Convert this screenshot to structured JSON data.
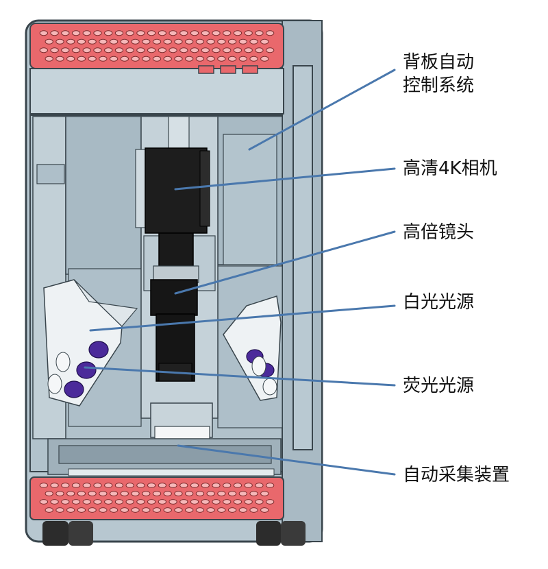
{
  "colors": {
    "panel": "#aebfc9",
    "panel_dark": "#8ea3ae",
    "vent": "#e9686c",
    "frame": "#c5d2d9",
    "camera": "#1c1c1c",
    "leader": "#4a78ad",
    "light_body": "#e9eef1",
    "led_purple": "#4b2a9a"
  },
  "labels": {
    "backplane_line1": "背板自动",
    "backplane_line2": "控制系统",
    "camera": "高清4K相机",
    "lens": "高倍镜头",
    "white_light": "白光光源",
    "fluor_light": "荧光光源",
    "collector": "自动采集装置"
  }
}
